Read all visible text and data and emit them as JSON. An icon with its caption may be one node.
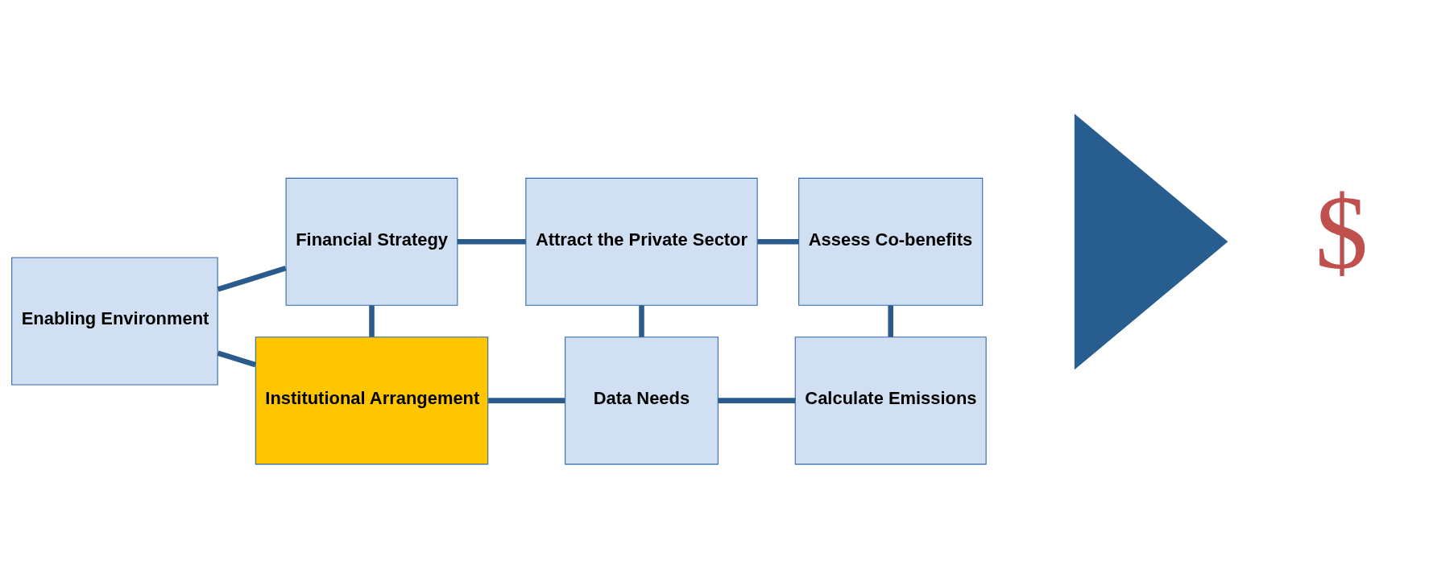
{
  "diagram": {
    "nodes": [
      {
        "text": [
          "Enabling Environment"
        ]
      },
      {
        "text": [
          "Financial Strategy"
        ]
      },
      {
        "text": [
          "Attract the Private Sector"
        ]
      },
      {
        "text": [
          "Assess Co-benefits"
        ]
      },
      {
        "text": [
          "Institutional Arrangement"
        ]
      },
      {
        "text": [
          "Data Needs"
        ]
      },
      {
        "text": [
          "Calculate Emissions"
        ]
      },
      {
        "text": [],
        "shape": "triangle"
      }
    ],
    "edges": [
      {
        "from": 0,
        "to": 1,
        "arrow": "none"
      },
      {
        "from": 0,
        "to": 4,
        "arrow": "none"
      },
      {
        "from": 1,
        "to": 2,
        "arrow": "none"
      },
      {
        "from": 2,
        "to": 3,
        "arrow": "none"
      },
      {
        "from": 1,
        "to": 4,
        "arrow": "none"
      },
      {
        "from": 2,
        "to": 5,
        "arrow": "none"
      },
      {
        "from": 3,
        "to": 6,
        "arrow": "none"
      },
      {
        "from": 4,
        "to": 5,
        "arrow": "none"
      },
      {
        "from": 5,
        "to": 6,
        "arrow": "none"
      }
    ],
    "labels": [
      "$"
    ]
  }
}
